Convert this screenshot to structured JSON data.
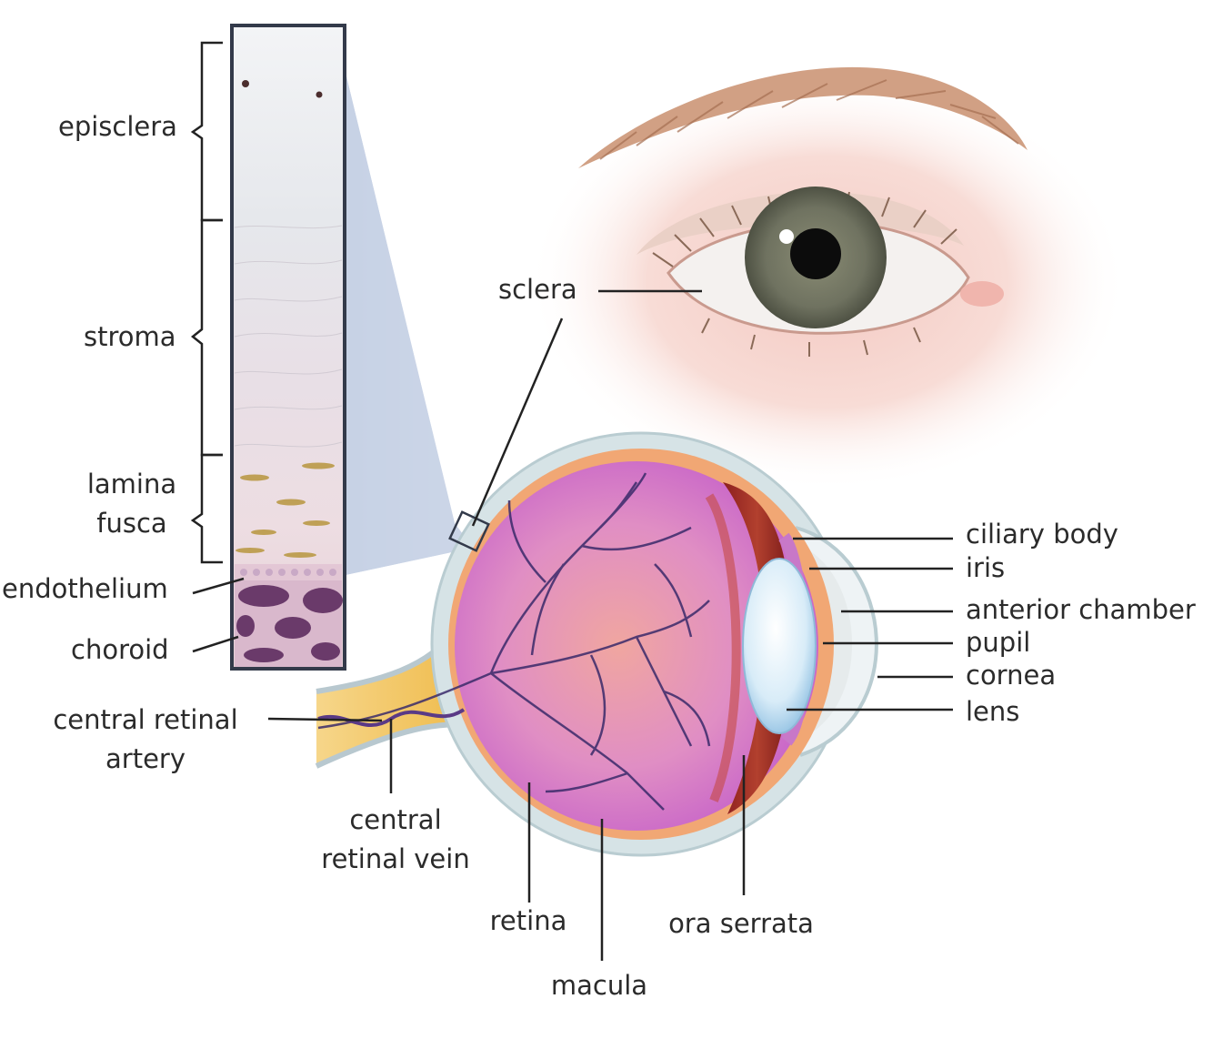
{
  "labels": {
    "episclera": "episclera",
    "stroma": "stroma",
    "lamina_fusca_1": "lamina",
    "lamina_fusca_2": "fusca",
    "endothelium": "endothelium",
    "choroid": "choroid",
    "central_retinal_artery_1": "central retinal",
    "central_retinal_artery_2": "artery",
    "central_retinal_vein_1": "central",
    "central_retinal_vein_2": "retinal vein",
    "retina": "retina",
    "macula": "macula",
    "ora_serrata": "ora serrata",
    "sclera": "sclera",
    "ciliary_body": "ciliary body",
    "iris": "iris",
    "anterior_chamber": "anterior chamber",
    "pupil": "pupil",
    "cornea": "cornea",
    "lens": "lens"
  },
  "colors": {
    "label_text": "#2b2b2b",
    "leader_line": "#222222",
    "sclera_outer": "#d6e3e6",
    "retina_purple": "#c566c8",
    "vessel": "#3a2a6a",
    "optic_nerve": "#f2c25a",
    "iris_green": "#6e705c",
    "skin": "#f6d6cf",
    "zoom_wedge": "#c9d4e6",
    "inset_border": "#333a4a"
  }
}
